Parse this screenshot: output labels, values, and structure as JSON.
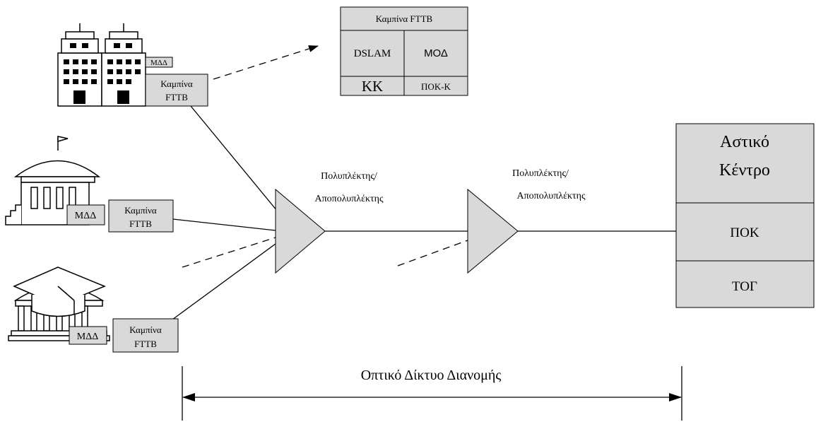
{
  "colors": {
    "box_fill": "#d9d9d9",
    "stroke": "#000000",
    "background": "#ffffff"
  },
  "cabinet_detail": {
    "title": "Καμπίνα FTTB",
    "dslam": "DSLAM",
    "mod": "ΜΟΔ",
    "kk": "ΚΚ",
    "pokk": "ΠΟΚ-Κ"
  },
  "buildings": {
    "office": {
      "icon": "office-building-icon",
      "mdd": "ΜΔΔ",
      "cabinet_line1": "Καμπίνα",
      "cabinet_line2": "FTTB"
    },
    "government": {
      "icon": "government-building-icon",
      "mdd": "ΜΔΔ",
      "cabinet_line1": "Καμπίνα",
      "cabinet_line2": "FTTB"
    },
    "university": {
      "icon": "university-building-icon",
      "mdd": "ΜΔΔ",
      "cabinet_line1": "Καμπίνα",
      "cabinet_line2": "FTTB"
    }
  },
  "mux1": {
    "line1": "Πολυπλέκτης/",
    "line2": "Αποπολυπλέκτης"
  },
  "mux2": {
    "line1": "Πολυπλέκτης/",
    "line2": "Αποπολυπλέκτης"
  },
  "central_office": {
    "title_line1": "Αστικό",
    "title_line2": "Κέντρο",
    "pok": "ΠΟΚ",
    "tog": "ΤΟΓ"
  },
  "span_label": "Οπτικό Δίκτυο Διανομής"
}
